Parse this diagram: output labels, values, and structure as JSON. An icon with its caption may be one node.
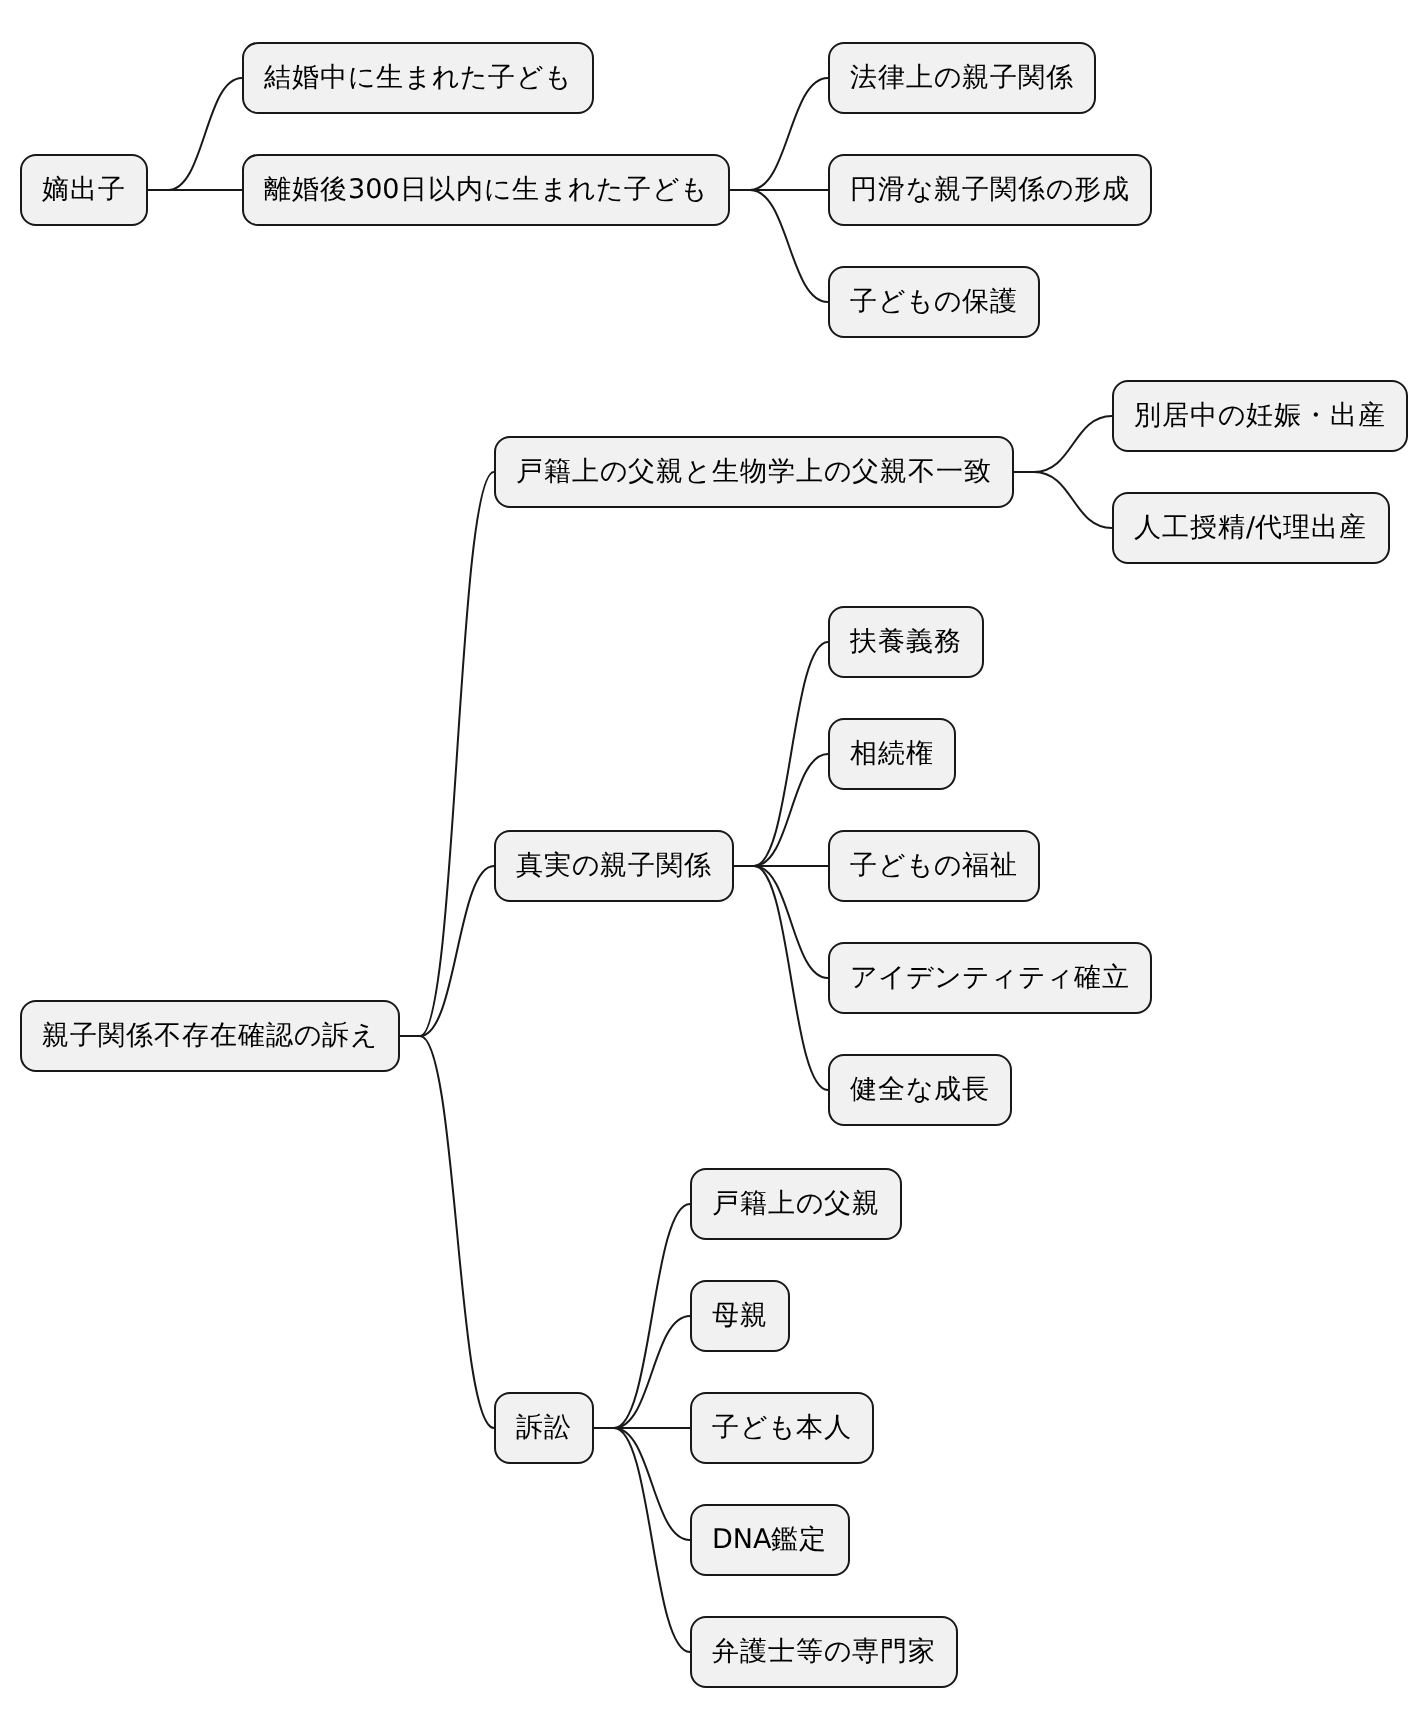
{
  "diagram": {
    "nodes": [
      {
        "text": [
          "嫡出子"
        ]
      },
      {
        "text": [
          "結婚中に生まれた子ども"
        ]
      },
      {
        "text": [
          "離婚後300日以内に生まれた子ども"
        ]
      },
      {
        "text": [
          "法律上の親子関係"
        ]
      },
      {
        "text": [
          "円滑な親子関係の形成"
        ]
      },
      {
        "text": [
          "子どもの保護"
        ]
      },
      {
        "text": [
          "親子関係不存在確認の訴え"
        ]
      },
      {
        "text": [
          "戸籍上の父親と生物学上の父親不一致"
        ]
      },
      {
        "text": [
          "別居中の妊娠・出産"
        ]
      },
      {
        "text": [
          "人工授精/代理出産"
        ]
      },
      {
        "text": [
          "真実の親子関係"
        ]
      },
      {
        "text": [
          "扶養義務"
        ]
      },
      {
        "text": [
          "相続権"
        ]
      },
      {
        "text": [
          "子どもの福祉"
        ]
      },
      {
        "text": [
          "アイデンティティ確立"
        ]
      },
      {
        "text": [
          "健全な成長"
        ]
      },
      {
        "text": [
          "訴訟"
        ]
      },
      {
        "text": [
          "戸籍上の父親"
        ]
      },
      {
        "text": [
          "母親"
        ]
      },
      {
        "text": [
          "子ども本人"
        ]
      },
      {
        "text": [
          "DNA鑑定"
        ]
      },
      {
        "text": [
          "弁護士等の専門家"
        ]
      }
    ],
    "edges": [
      {
        "from": 0,
        "to": 1,
        "arrow": "none"
      },
      {
        "from": 0,
        "to": 2,
        "arrow": "none"
      },
      {
        "from": 2,
        "to": 3,
        "arrow": "none"
      },
      {
        "from": 2,
        "to": 4,
        "arrow": "none"
      },
      {
        "from": 2,
        "to": 5,
        "arrow": "none"
      },
      {
        "from": 6,
        "to": 7,
        "arrow": "none"
      },
      {
        "from": 6,
        "to": 10,
        "arrow": "none"
      },
      {
        "from": 6,
        "to": 16,
        "arrow": "none"
      },
      {
        "from": 7,
        "to": 8,
        "arrow": "none"
      },
      {
        "from": 7,
        "to": 9,
        "arrow": "none"
      },
      {
        "from": 10,
        "to": 11,
        "arrow": "none"
      },
      {
        "from": 10,
        "to": 12,
        "arrow": "none"
      },
      {
        "from": 10,
        "to": 13,
        "arrow": "none"
      },
      {
        "from": 10,
        "to": 14,
        "arrow": "none"
      },
      {
        "from": 10,
        "to": 15,
        "arrow": "none"
      },
      {
        "from": 16,
        "to": 17,
        "arrow": "none"
      },
      {
        "from": 16,
        "to": 18,
        "arrow": "none"
      },
      {
        "from": 16,
        "to": 19,
        "arrow": "none"
      },
      {
        "from": 16,
        "to": 20,
        "arrow": "none"
      },
      {
        "from": 16,
        "to": 21,
        "arrow": "none"
      }
    ]
  }
}
